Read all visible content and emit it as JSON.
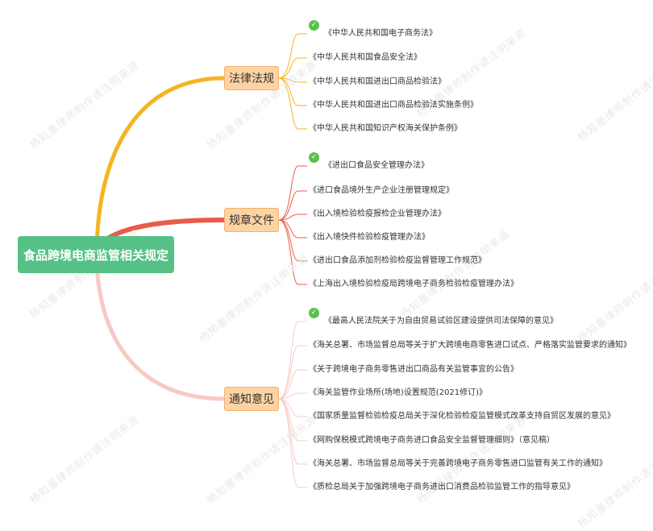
{
  "root": {
    "label": "食品跨境电商监管相关规定"
  },
  "watermark": "杨知墨律师制作请注明来源",
  "branches": [
    {
      "label": "法律法规",
      "color": "#f4b521",
      "leaves": [
        {
          "label": "《中华人民共和国电子商务法》",
          "checked": true
        },
        {
          "label": "《中华人民共和国食品安全法》",
          "checked": false
        },
        {
          "label": "《中华人民共和国进出口商品检验法》",
          "checked": false
        },
        {
          "label": "《中华人民共和国进出口商品检验法实施条例》",
          "checked": false
        },
        {
          "label": "《中华人民共和国知识产权海关保护条例》",
          "checked": false
        }
      ]
    },
    {
      "label": "规章文件",
      "color": "#e85c4a",
      "leaves": [
        {
          "label": "《进出口食品安全管理办法》",
          "checked": true
        },
        {
          "label": "《进口食品境外生产企业注册管理规定》",
          "checked": false
        },
        {
          "label": "《出入境检验检疫报检企业管理办法》",
          "checked": false
        },
        {
          "label": "《出入境快件检验检疫管理办法》",
          "checked": false
        },
        {
          "label": "《进出口食品添加剂检验检疫监督管理工作规范》",
          "checked": false
        },
        {
          "label": "《上海出入境检验检疫局跨境电子商务检验检疫管理办法》",
          "checked": false
        }
      ]
    },
    {
      "label": "通知意见",
      "color": "#f8c9c4",
      "leaves": [
        {
          "label": "《最高人民法院关于为自由贸易试验区建设提供司法保障的意见》",
          "checked": true
        },
        {
          "label": "《海关总署、市场监督总局等关于扩大跨境电商零售进口试点、严格落实监管要求的通知》",
          "checked": false
        },
        {
          "label": "《关于跨境电子商务零售进出口商品有关监管事宜的公告》",
          "checked": false
        },
        {
          "label": "《海关监管作业场所(场地)设置规范(2021修订)》",
          "checked": false
        },
        {
          "label": "《国家质量监督检验检疫总局关于深化检验检疫监管模式改革支持自贸区发展的意见》",
          "checked": false
        },
        {
          "label": "《网购保税模式跨境电子商务进口食品安全监督管理细则》（意见稿）",
          "checked": false
        },
        {
          "label": "《海关总署、市场监督总局等关于完善跨境电子商务零售进口监管有关工作的通知》",
          "checked": false
        },
        {
          "label": "《质检总局关于加强跨境电子商务进出口消费品检验监管工作的指导意见》",
          "checked": false
        }
      ]
    }
  ]
}
